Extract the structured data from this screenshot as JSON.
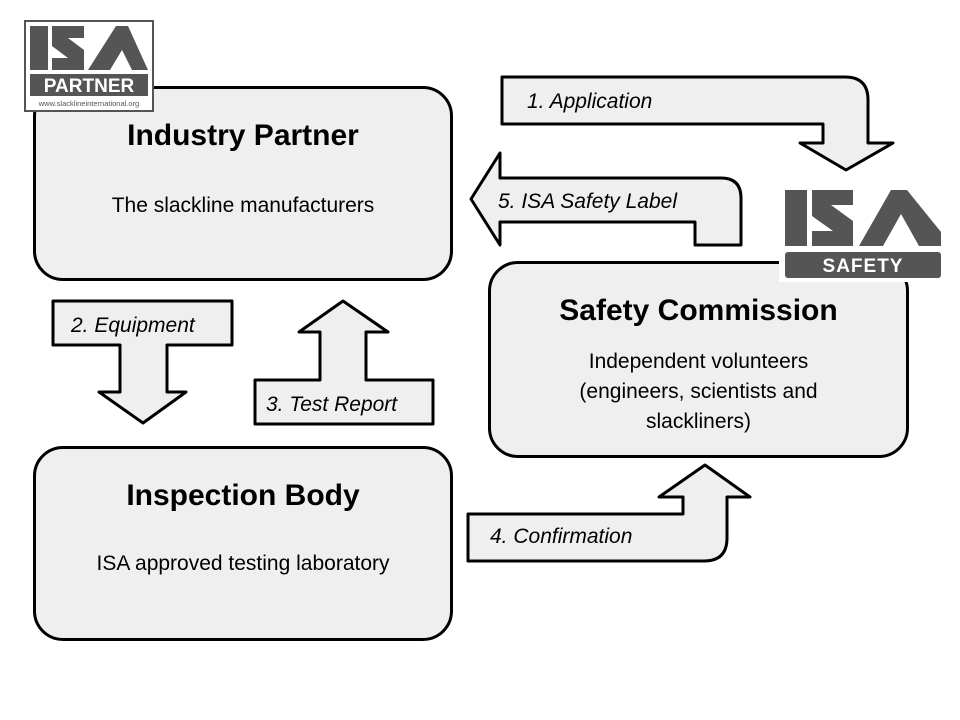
{
  "boxes": {
    "industry": {
      "title": "Industry Partner",
      "subtitle": "The slackline manufacturers"
    },
    "inspection": {
      "title": "Inspection Body",
      "subtitle": "ISA approved testing laboratory"
    },
    "safety": {
      "title": "Safety Commission",
      "subtitle_lines": [
        "Independent volunteers",
        "(engineers, scientists and",
        "slackliners)"
      ]
    }
  },
  "arrows": {
    "application": "1. Application",
    "equipment": "2. Equipment",
    "test_report": "3. Test Report",
    "confirmation": "4. Confirmation",
    "safety_label": "5. ISA Safety Label"
  },
  "logos": {
    "partner": {
      "mark": "ISA",
      "word": "PARTNER",
      "url": "www.slacklineinternational.org"
    },
    "safety": {
      "mark": "ISA",
      "word": "SAFETY"
    }
  },
  "colors": {
    "box_fill": "#efefef",
    "logo_dark": "#555555",
    "logo_light": "#ffffff"
  }
}
